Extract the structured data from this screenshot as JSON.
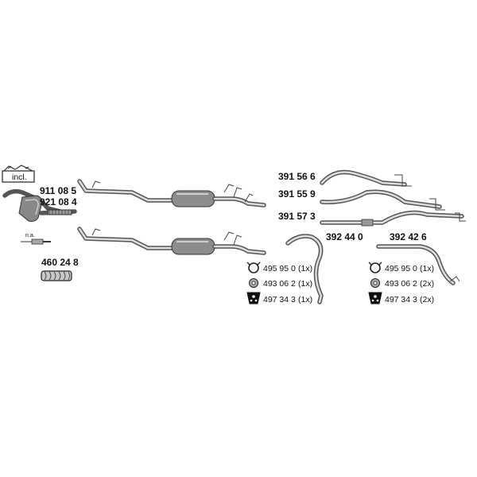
{
  "parts": {
    "kit_label": "incl.",
    "cat_1": "911 08 5",
    "cat_2": "921 08 4",
    "na_label": "n.a.",
    "flex": "460 24 8",
    "rear_1": "391 56 6",
    "rear_2": "391 55 9",
    "rear_3": "391 57 3",
    "tail_1": "392 44 0",
    "tail_2": "392 42 6"
  },
  "fittings_left": [
    {
      "part": "495 95 0",
      "qty": "(1x)"
    },
    {
      "part": "493 06 2",
      "qty": "(1x)"
    },
    {
      "part": "497 34 3",
      "qty": "(1x)"
    }
  ],
  "fittings_right": [
    {
      "part": "495 95 0",
      "qty": "(1x)"
    },
    {
      "part": "493 06 2",
      "qty": "(2x)"
    },
    {
      "part": "497 34 3",
      "qty": "(2x)"
    }
  ]
}
